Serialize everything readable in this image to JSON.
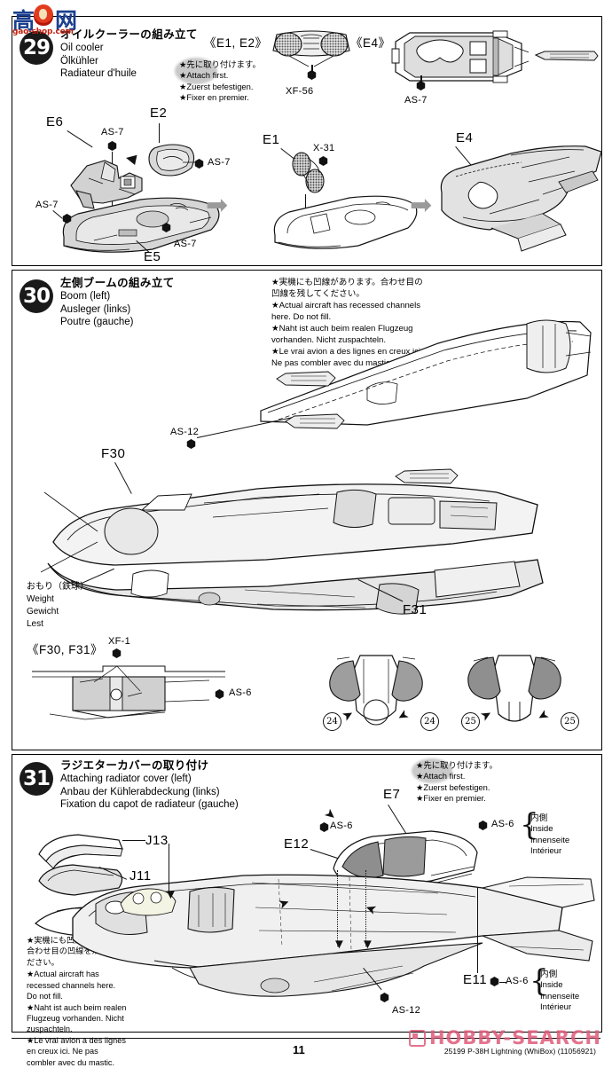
{
  "page": {
    "number": "11",
    "kit_info": "25199  P-38H Lightning (WhiBox) (11056921)"
  },
  "watermarks": {
    "gao": {
      "char1": "高",
      "char2": "网",
      "domain_blue": "gao",
      "domain_red": "-shop.com",
      "domain_full": "gao-shop.com"
    },
    "hobby_search": {
      "text": "HOBBY-SEARCH"
    }
  },
  "notes": {
    "attach_first": {
      "jp": "★先に取り付けます。",
      "en": "★Attach first.",
      "de": "★Zuerst befestigen.",
      "fr": "★Fixer en premier."
    },
    "recessed_channels": {
      "jp1": "★実機にも凹線があります。合わせ目の",
      "jp2": "凹線を残してください。",
      "en1": "★Actual aircraft has recessed channels",
      "en2": "here. Do not fill.",
      "de1": "★Naht ist auch beim realen Flugzeug",
      "de2": "vorhanden. Nicht zuspachteln.",
      "fr1": "★Le vrai avion a des lignes en creux ici.",
      "fr2": "Ne pas combler avec du mastic."
    },
    "recessed_channels_narrow": {
      "jp1": "★実機にも凹線があります。",
      "jp2": "合わせ目の凹線を残してく",
      "jp3": "ださい。",
      "en1": "★Actual aircraft has",
      "en2": "recessed channels here.",
      "en3": "Do not fill.",
      "de1": "★Naht ist auch beim realen",
      "de2": "Flugzeug vorhanden. Nicht",
      "de3": "zuspachteln.",
      "fr1": "★Le vrai avion a des lignes",
      "fr2": "en creux ici. Ne pas",
      "fr3": "combler avec du mastic."
    },
    "weight": {
      "jp": "おもり（鉄球）",
      "en": "Weight",
      "de": "Gewicht",
      "fr": "Lest"
    },
    "inside": {
      "jp": "内側",
      "en": "Inside",
      "de": "Innenseite",
      "fr": "Intérieur"
    }
  },
  "steps": [
    {
      "number": "29",
      "title": {
        "jp": "オイルクーラーの組み立て",
        "en": "Oil cooler",
        "de": "Ölkühler",
        "fr": "Radiateur d'huile"
      },
      "subassembly_headers": [
        "《E1, E2》",
        "《E4》"
      ],
      "parts": [
        "E6",
        "E2",
        "E5",
        "E1",
        "E4"
      ],
      "paints": [
        "XF-56",
        "AS-7",
        "AS-7",
        "AS-7",
        "AS-7",
        "AS-7",
        "X-31",
        "AS-7"
      ]
    },
    {
      "number": "30",
      "title": {
        "jp": "左側ブームの組み立て",
        "en": "Boom (left)",
        "de": "Ausleger (links)",
        "fr": "Poutre (gauche)"
      },
      "subassembly_headers": [
        "《F30, F31》"
      ],
      "parts": [
        "F30",
        "F31"
      ],
      "paints": [
        "AS-12",
        "XF-1",
        "AS-6"
      ],
      "step_refs": [
        "24",
        "24",
        "25",
        "25"
      ]
    },
    {
      "number": "31",
      "title": {
        "jp": "ラジエターカバーの取り付け",
        "en": "Attaching radiator cover (left)",
        "de": "Anbau der Kühlerabdeckung (links)",
        "fr": "Fixation du capot de radiateur (gauche)"
      },
      "parts": [
        "J13",
        "J11",
        "E12",
        "E7",
        "E11"
      ],
      "paints": [
        "AS-6",
        "AS-6",
        "AS-6",
        "AS-12",
        "AS-6"
      ]
    }
  ]
}
